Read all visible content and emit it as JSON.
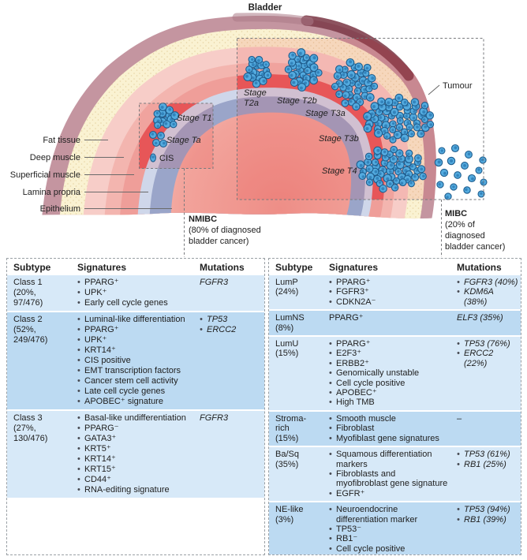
{
  "colors": {
    "cell_fill": "#54abdf",
    "cell_stroke": "#1e5d8e",
    "cell_nucleus": "#2e7cb6",
    "row_light": "#d7e9f8",
    "row_dark": "#bcdaf2",
    "layer_mauve": "#c495a0",
    "layer_dark_maroon": "#7d3b49",
    "layer_cream": "#faf2d2",
    "layer_fat_dots": "#e6d3a3",
    "layer_pink_outer": "#f7cdc8",
    "layer_pink_mid": "#f3b5af",
    "layer_pink_inner": "#ef9e99",
    "layer_red_highlight": "#e85b5e",
    "layer_lamina": "#cfd7ea",
    "layer_epithelium": "#9aa5c9",
    "layer_lumen_deep": "#ee8e87",
    "layer_lumen_light": "#f7c0b8",
    "box_tint": "rgba(230,57,57,0.14)",
    "dash_color": "#77797c",
    "line_color": "#666666"
  },
  "diagram": {
    "title": "Bladder",
    "layers": [
      "Fat tissue",
      "Deep muscle",
      "Superficial muscle",
      "Lamina propria",
      "Epithelium"
    ],
    "stages": {
      "t1": "Stage T1",
      "ta": "Stage Ta",
      "cis": "CIS",
      "t2a_line1": "Stage",
      "t2a_line2": "T2a",
      "t2b": "Stage T2b",
      "t3a": "Stage T3a",
      "t3b": "Stage T3b",
      "t4": "Stage T4"
    },
    "tumour": "Tumour",
    "nmibc": {
      "title": "NMIBC",
      "line1": "(80% of diagnosed",
      "line2": "bladder cancer)"
    },
    "mibc": {
      "title": "MIBC",
      "line1": "(20% of",
      "line2": "diagnosed",
      "line3": "bladder cancer)"
    }
  },
  "nmibc_table": {
    "headers": [
      "Subtype",
      "Signatures",
      "Mutations"
    ],
    "rows": [
      {
        "subtype": [
          "Class 1",
          "(20%,",
          "97/476)"
        ],
        "signatures": [
          {
            "bullet": true,
            "text": "PPARG⁺"
          },
          {
            "bullet": true,
            "text": "UPK⁺"
          },
          {
            "bullet": true,
            "text": "Early cell cycle genes"
          }
        ],
        "mutations": [
          {
            "bullet": false,
            "text": "FGFR3"
          }
        ]
      },
      {
        "subtype": [
          "Class 2",
          "(52%,",
          "249/476)"
        ],
        "signatures": [
          {
            "bullet": true,
            "text": "Luminal-like differentiation"
          },
          {
            "bullet": true,
            "text": "PPARG⁺"
          },
          {
            "bullet": true,
            "text": "UPK⁺"
          },
          {
            "bullet": true,
            "text": "KRT14⁺"
          },
          {
            "bullet": true,
            "text": "CIS positive"
          },
          {
            "bullet": true,
            "text": "EMT transcription factors"
          },
          {
            "bullet": true,
            "text": "Cancer stem cell activity"
          },
          {
            "bullet": true,
            "text": "Late cell cycle genes"
          },
          {
            "bullet": true,
            "text": "APOBEC⁺ signature"
          }
        ],
        "mutations": [
          {
            "bullet": true,
            "text": "TP53"
          },
          {
            "bullet": true,
            "text": "ERCC2"
          }
        ]
      },
      {
        "subtype": [
          "Class 3",
          "(27%,",
          "130/476)"
        ],
        "signatures": [
          {
            "bullet": true,
            "text": "Basal-like undifferentiation"
          },
          {
            "bullet": true,
            "text": "PPARG⁻"
          },
          {
            "bullet": true,
            "text": "GATA3⁺"
          },
          {
            "bullet": true,
            "text": "KRT5⁺"
          },
          {
            "bullet": true,
            "text": "KRT14⁺"
          },
          {
            "bullet": true,
            "text": "KRT15⁺"
          },
          {
            "bullet": true,
            "text": "CD44⁺"
          },
          {
            "bullet": true,
            "text": "RNA-editing signature"
          }
        ],
        "mutations": [
          {
            "bullet": false,
            "text": "FGFR3"
          }
        ]
      }
    ]
  },
  "mibc_table": {
    "headers": [
      "Subtype",
      "Signatures",
      "Mutations"
    ],
    "rows": [
      {
        "subtype": [
          "LumP",
          "(24%)"
        ],
        "signatures": [
          {
            "bullet": true,
            "text": "PPARG⁺"
          },
          {
            "bullet": true,
            "text": "FGFR3⁺"
          },
          {
            "bullet": true,
            "text": "CDKN2A⁻"
          }
        ],
        "mutations": [
          {
            "bullet": true,
            "text": "FGFR3 (40%)"
          },
          {
            "bullet": true,
            "text": "KDM6A (38%)"
          }
        ]
      },
      {
        "subtype": [
          "LumNS (8%)"
        ],
        "signatures": [
          {
            "bullet": false,
            "text": "PPARG⁺"
          }
        ],
        "mutations": [
          {
            "bullet": false,
            "text": "ELF3 (35%)"
          }
        ]
      },
      {
        "subtype": [
          "LumU",
          "(15%)"
        ],
        "signatures": [
          {
            "bullet": true,
            "text": "PPARG⁺"
          },
          {
            "bullet": true,
            "text": "E2F3⁺"
          },
          {
            "bullet": true,
            "text": "ERBB2⁺"
          },
          {
            "bullet": true,
            "text": "Genomically unstable"
          },
          {
            "bullet": true,
            "text": "Cell cycle positive"
          },
          {
            "bullet": true,
            "text": "APOBEC⁺"
          },
          {
            "bullet": true,
            "text": "High TMB"
          }
        ],
        "mutations": [
          {
            "bullet": true,
            "text": "TP53 (76%)"
          },
          {
            "bullet": true,
            "text": "ERCC2 (22%)"
          }
        ]
      },
      {
        "subtype": [
          "Stroma-",
          "rich",
          "(15%)"
        ],
        "signatures": [
          {
            "bullet": true,
            "text": "Smooth muscle"
          },
          {
            "bullet": true,
            "text": "Fibroblast"
          },
          {
            "bullet": true,
            "text": "Myofiblast gene signatures"
          }
        ],
        "mutations": [
          {
            "bullet": false,
            "text": "–"
          }
        ]
      },
      {
        "subtype": [
          "Ba/Sq",
          "(35%)"
        ],
        "signatures": [
          {
            "bullet": true,
            "text": "Squamous differentiation markers"
          },
          {
            "bullet": true,
            "text": "Fibroblasts and myofibroblast gene signature"
          },
          {
            "bullet": true,
            "text": "EGFR⁺"
          }
        ],
        "mutations": [
          {
            "bullet": true,
            "text": "TP53 (61%)"
          },
          {
            "bullet": true,
            "text": "RB1 (25%)"
          }
        ]
      },
      {
        "subtype": [
          "NE-like",
          "(3%)"
        ],
        "signatures": [
          {
            "bullet": true,
            "text": "Neuroendocrine differentiation marker"
          },
          {
            "bullet": true,
            "text": "TP53⁻"
          },
          {
            "bullet": true,
            "text": "RB1⁻"
          },
          {
            "bullet": true,
            "text": "Cell cycle positive"
          }
        ],
        "mutations": [
          {
            "bullet": true,
            "text": "TP53 (94%)"
          },
          {
            "bullet": true,
            "text": "RB1 (39%)"
          }
        ]
      }
    ]
  }
}
